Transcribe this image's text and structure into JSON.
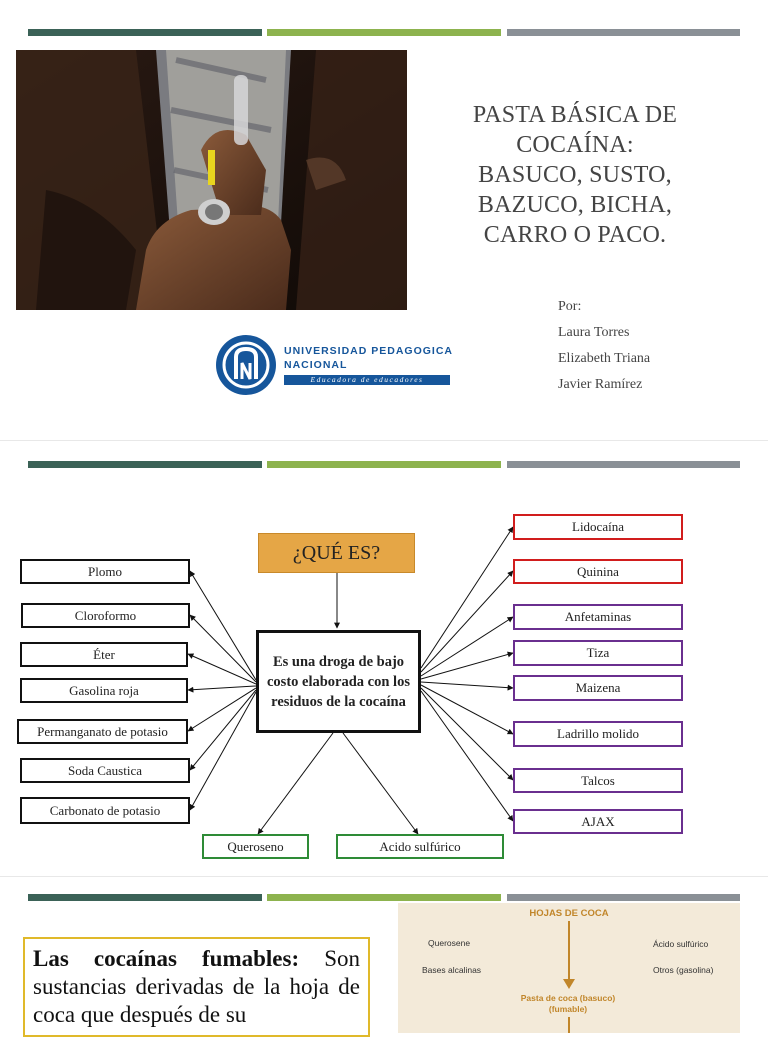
{
  "slide1": {
    "title_lines": [
      "PASTA BÁSICA DE",
      "COCAÍNA:",
      "BASUCO, SUSTO,",
      "BAZUCO, BICHA,",
      "CARRO O PACO."
    ],
    "authors": [
      "Por:",
      "Laura Torres",
      "Elizabeth Triana",
      "Javier Ramírez"
    ],
    "logo": {
      "line1": "UNIVERSIDAD PEDAGOGICA",
      "line2": "NACIONAL",
      "tagline": "Educadora de educadores",
      "color": "#16569b"
    }
  },
  "slide2": {
    "heading": "¿QUÉ ES?",
    "center_text": "Es una droga de bajo costo elaborada con los residuos de la cocaína",
    "left_items": [
      "Plomo",
      "Cloroformo",
      "Éter",
      "Gasolina roja",
      "Permanganato de potasio",
      "Soda Caustica",
      "Carbonato de potasio"
    ],
    "right_items": [
      "Lidocaína",
      "Quinina",
      "Anfetaminas",
      "Tiza",
      "Maizena",
      "Ladrillo molido",
      "Talcos",
      "AJAX"
    ],
    "bottom_items": [
      "Queroseno",
      "Acido sulfúrico"
    ],
    "colors": {
      "black": "#111111",
      "red": "#d11d1d",
      "purple": "#6a2f8f",
      "green": "#2e8b36",
      "orange": "#e5a646"
    }
  },
  "slide3": {
    "definition_bold": "Las cocaínas fumables:",
    "definition_text": " Son sustancias derivadas de la hoja de coca que después de su",
    "chart": {
      "title": "HOJAS DE COCA",
      "left_labels": [
        "Querosene",
        "Bases alcalinas"
      ],
      "right_labels": [
        "Ácido sulfúrico",
        "Otros (gasolina)"
      ],
      "middle_lines": [
        "Pasta de coca (basuco)",
        "(fumable)"
      ],
      "accent": "#c1862a"
    }
  },
  "bars": {
    "dark": "#3b6257",
    "green": "#8db34e",
    "gray": "#8a9096"
  }
}
